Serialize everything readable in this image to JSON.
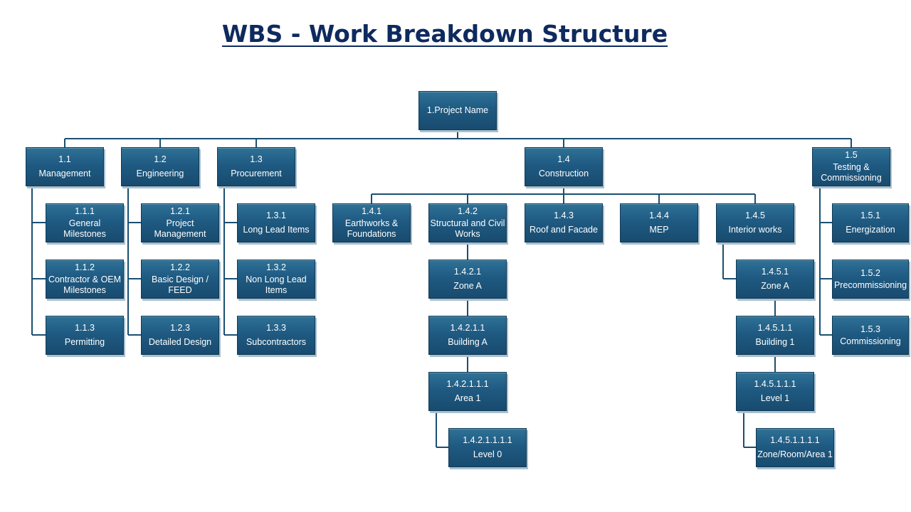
{
  "title": "WBS - Work Breakdown Structure",
  "colors": {
    "node_fill": "#1f5a82",
    "connector": "#1a4f72",
    "title": "#0e2a5e"
  },
  "nodes": {
    "root": {
      "code": "1.Project Name",
      "label": ""
    },
    "n1_1": {
      "code": "1.1",
      "label": "Management"
    },
    "n1_2": {
      "code": "1.2",
      "label": "Engineering"
    },
    "n1_3": {
      "code": "1.3",
      "label": "Procurement"
    },
    "n1_4": {
      "code": "1.4",
      "label": "Construction"
    },
    "n1_5": {
      "code": "1.5",
      "label": "Testing &\nCommissioning"
    },
    "n1_1_1": {
      "code": "1.1.1",
      "label": "General\nMilestones"
    },
    "n1_1_2": {
      "code": "1.1.2",
      "label": "Contractor & OEM\nMilestones"
    },
    "n1_1_3": {
      "code": "1.1.3",
      "label": "Permitting"
    },
    "n1_2_1": {
      "code": "1.2.1",
      "label": "Project\nManagement"
    },
    "n1_2_2": {
      "code": "1.2.2",
      "label": "Basic Design /\nFEED"
    },
    "n1_2_3": {
      "code": "1.2.3",
      "label": "Detailed Design"
    },
    "n1_3_1": {
      "code": "1.3.1",
      "label": "Long Lead Items"
    },
    "n1_3_2": {
      "code": "1.3.2",
      "label": "Non Long Lead\nItems"
    },
    "n1_3_3": {
      "code": "1.3.3",
      "label": "Subcontractors"
    },
    "n1_4_1": {
      "code": "1.4.1",
      "label": "Earthworks &\nFoundations"
    },
    "n1_4_2": {
      "code": "1.4.2",
      "label": "Structural and Civil\nWorks"
    },
    "n1_4_3": {
      "code": "1.4.3",
      "label": "Roof and Facade"
    },
    "n1_4_4": {
      "code": "1.4.4",
      "label": "MEP"
    },
    "n1_4_5": {
      "code": "1.4.5",
      "label": "Interior works"
    },
    "n1_4_2_1": {
      "code": "1.4.2.1",
      "label": "Zone A"
    },
    "n1_4_2_1_1": {
      "code": "1.4.2.1.1",
      "label": "Building A"
    },
    "n1_4_2_1_1_1": {
      "code": "1.4.2.1.1.1",
      "label": "Area 1"
    },
    "n1_4_2_1_1_1_1": {
      "code": "1.4.2.1.1.1.1",
      "label": "Level 0"
    },
    "n1_4_5_1": {
      "code": "1.4.5.1",
      "label": "Zone A"
    },
    "n1_4_5_1_1": {
      "code": "1.4.5.1.1",
      "label": "Building 1"
    },
    "n1_4_5_1_1_1": {
      "code": "1.4.5.1.1.1",
      "label": "Level 1"
    },
    "n1_4_5_1_1_1_1": {
      "code": "1.4.5.1.1.1.1",
      "label": "Zone/Room/Area 1"
    },
    "n1_5_1": {
      "code": "1.5.1",
      "label": "Energization"
    },
    "n1_5_2": {
      "code": "1.5.2",
      "label": "Precommissioning"
    },
    "n1_5_3": {
      "code": "1.5.3",
      "label": "Commissioning"
    }
  }
}
